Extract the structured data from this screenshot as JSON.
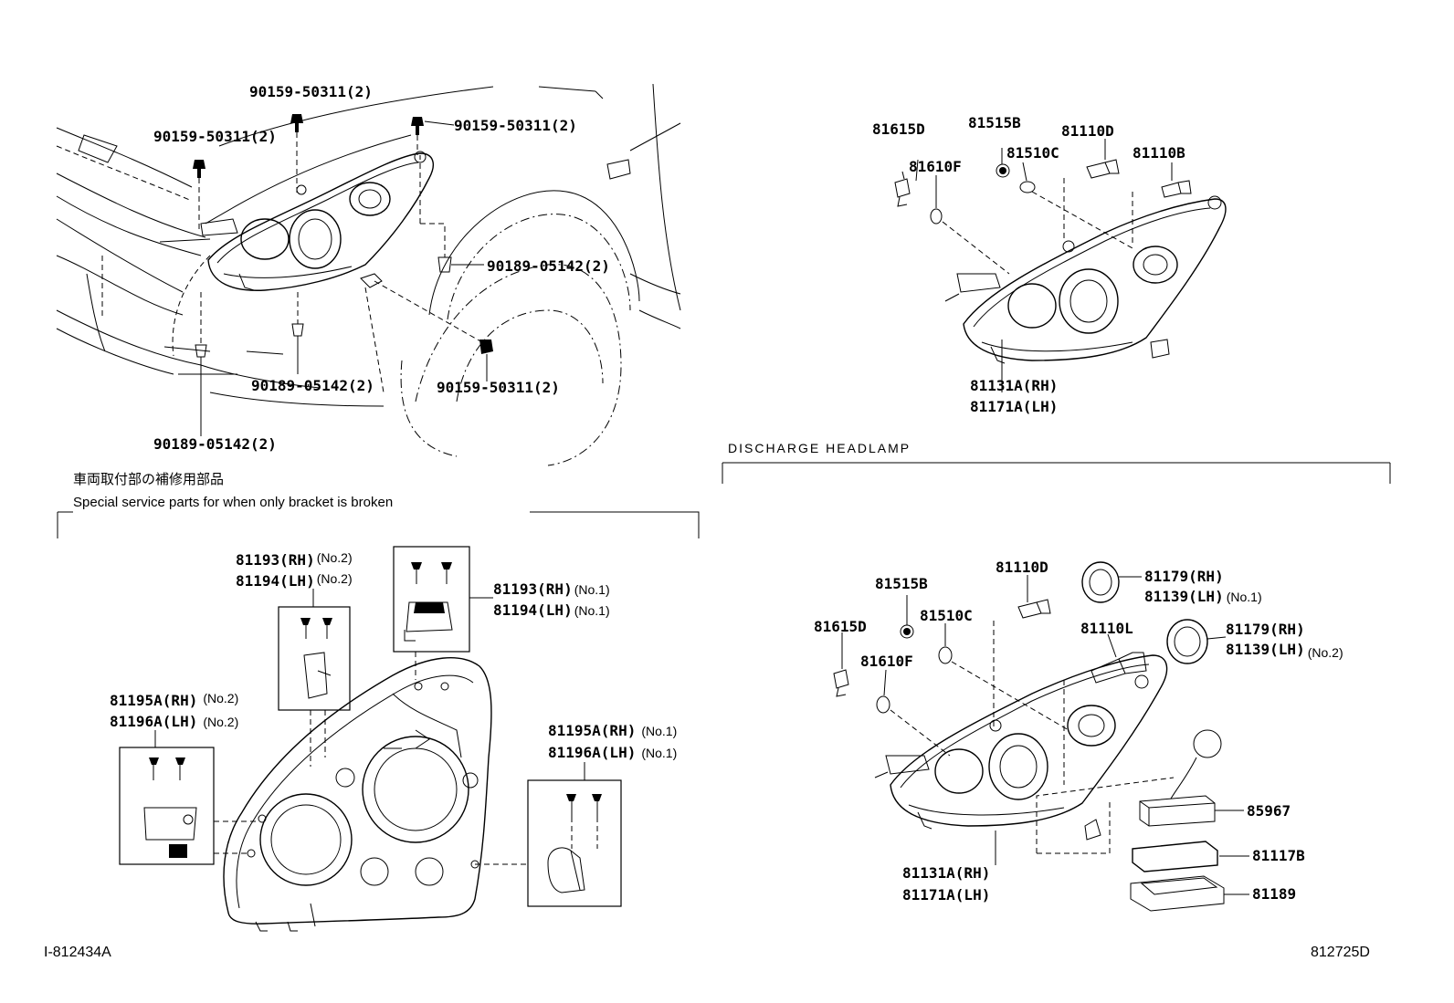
{
  "top_left": {
    "callouts": [
      {
        "id": "c1",
        "text": "90159-50311(2)"
      },
      {
        "id": "c2",
        "text": "90159-50311(2)"
      },
      {
        "id": "c3",
        "text": "90159-50311(2)"
      },
      {
        "id": "c4",
        "text": "90189-05142(2)"
      },
      {
        "id": "c5",
        "text": "90189-05142(2)"
      },
      {
        "id": "c6",
        "text": "90159-50311(2)"
      },
      {
        "id": "c7",
        "text": "90189-05142(2)"
      }
    ]
  },
  "top_right": {
    "callouts": [
      {
        "id": "r1",
        "text": "81615D"
      },
      {
        "id": "r2",
        "text": "81515B"
      },
      {
        "id": "r3",
        "text": "81110D"
      },
      {
        "id": "r4",
        "text": "81610F"
      },
      {
        "id": "r5",
        "text": "81510C"
      },
      {
        "id": "r6",
        "text": "81110B"
      },
      {
        "id": "r7",
        "text": "81131A(RH)"
      },
      {
        "id": "r8",
        "text": "81171A(LH)"
      }
    ]
  },
  "section_special": {
    "title_jp": "車両取付部の補修用部品",
    "title_en": "Special service parts for when only bracket is broken",
    "callouts": [
      {
        "id": "s1",
        "part": "81193(RH)",
        "note": "(No.2)"
      },
      {
        "id": "s2",
        "part": "81194(LH)",
        "note": "(No.2)"
      },
      {
        "id": "s3",
        "part": "81193(RH)",
        "note": "(No.1)"
      },
      {
        "id": "s4",
        "part": "81194(LH)",
        "note": "(No.1)"
      },
      {
        "id": "s5",
        "part": "81195A(RH)",
        "note": "(No.2)"
      },
      {
        "id": "s6",
        "part": "81196A(LH)",
        "note": "(No.2)"
      },
      {
        "id": "s7",
        "part": "81195A(RH)",
        "note": "(No.1)"
      },
      {
        "id": "s8",
        "part": "81196A(LH)",
        "note": "(No.1)"
      }
    ]
  },
  "section_discharge": {
    "title": "DISCHARGE HEADLAMP",
    "callouts": [
      {
        "id": "d1",
        "part": "81515B",
        "note": ""
      },
      {
        "id": "d2",
        "part": "81110D",
        "note": ""
      },
      {
        "id": "d3",
        "part": "81179(RH)",
        "note": ""
      },
      {
        "id": "d4",
        "part": "81139(LH)",
        "note": "(No.1)"
      },
      {
        "id": "d5",
        "part": "81615D",
        "note": ""
      },
      {
        "id": "d6",
        "part": "81510C",
        "note": ""
      },
      {
        "id": "d7",
        "part": "81110L",
        "note": ""
      },
      {
        "id": "d8",
        "part": "81179(RH)",
        "note": ""
      },
      {
        "id": "d9",
        "part": "81139(LH)",
        "note": "(No.2)"
      },
      {
        "id": "d10",
        "part": "81610F",
        "note": ""
      },
      {
        "id": "d11",
        "part": "85967",
        "note": ""
      },
      {
        "id": "d12",
        "part": "81117B",
        "note": ""
      },
      {
        "id": "d13",
        "part": "81189",
        "note": ""
      },
      {
        "id": "d14",
        "part": "81131A(RH)",
        "note": ""
      },
      {
        "id": "d15",
        "part": "81171A(LH)",
        "note": ""
      }
    ]
  },
  "footer": {
    "left_ref": "I-812434A",
    "right_ref": "812725D"
  }
}
